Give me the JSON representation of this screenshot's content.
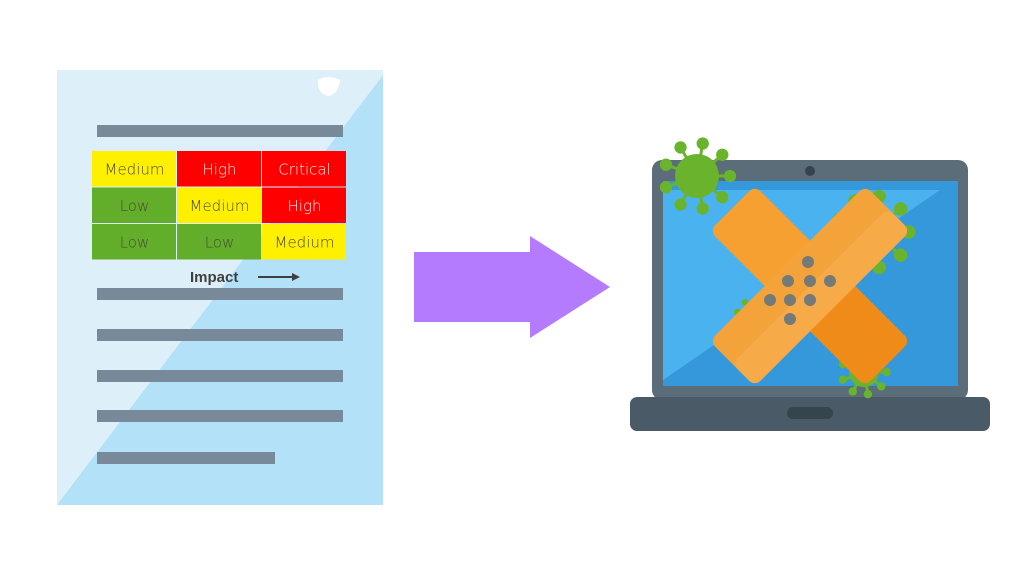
{
  "risk_matrix": {
    "rows": [
      [
        {
          "label": "Medium",
          "level": "medium"
        },
        {
          "label": "High",
          "level": "high"
        },
        {
          "label": "Critical",
          "level": "critical"
        }
      ],
      [
        {
          "label": "Low",
          "level": "low"
        },
        {
          "label": "Medium",
          "level": "medium"
        },
        {
          "label": "High",
          "level": "high"
        }
      ],
      [
        {
          "label": "Low",
          "level": "low"
        },
        {
          "label": "Low",
          "level": "low"
        },
        {
          "label": "Medium",
          "level": "medium"
        }
      ]
    ],
    "axis_label": "Impact"
  },
  "colors": {
    "low": "#62ae2b",
    "medium": "#fff000",
    "high": "#ff0000",
    "critical": "#ff0000",
    "arrow": "#b57bff",
    "screen": "#3498db",
    "bandage": "#f29b2a",
    "virus": "#6ab42d"
  },
  "icons": [
    "document-icon",
    "arrow-right-icon",
    "laptop-icon",
    "bandage-icon",
    "virus-icon"
  ]
}
